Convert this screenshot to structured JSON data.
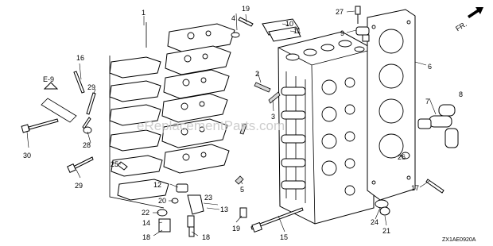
{
  "watermark": "eReplacementParts.com",
  "diagram_code": "ZX1AE0920A",
  "reference": "E-9",
  "direction_label": "FR.",
  "callouts": {
    "c1": "1",
    "c2": "2",
    "c3": "3",
    "c4": "4",
    "c5": "5",
    "c6": "6",
    "c7": "7",
    "c8": "8",
    "c9": "9",
    "c10": "10",
    "c11": "11",
    "c12": "12",
    "c13": "13",
    "c14": "14",
    "c15": "15",
    "c16": "16",
    "c17": "17",
    "c18a": "18",
    "c18b": "18",
    "c19a": "19",
    "c19b": "19",
    "c20": "20",
    "c21": "21",
    "c22": "22",
    "c23": "23",
    "c24": "24",
    "c25": "25",
    "c26": "26",
    "c27": "27",
    "c28": "28",
    "c29a": "29",
    "c29b": "29",
    "c30": "30"
  },
  "colors": {
    "line": "#000000",
    "watermark": "#c8c8c8",
    "shade": "#d8d8d8"
  }
}
